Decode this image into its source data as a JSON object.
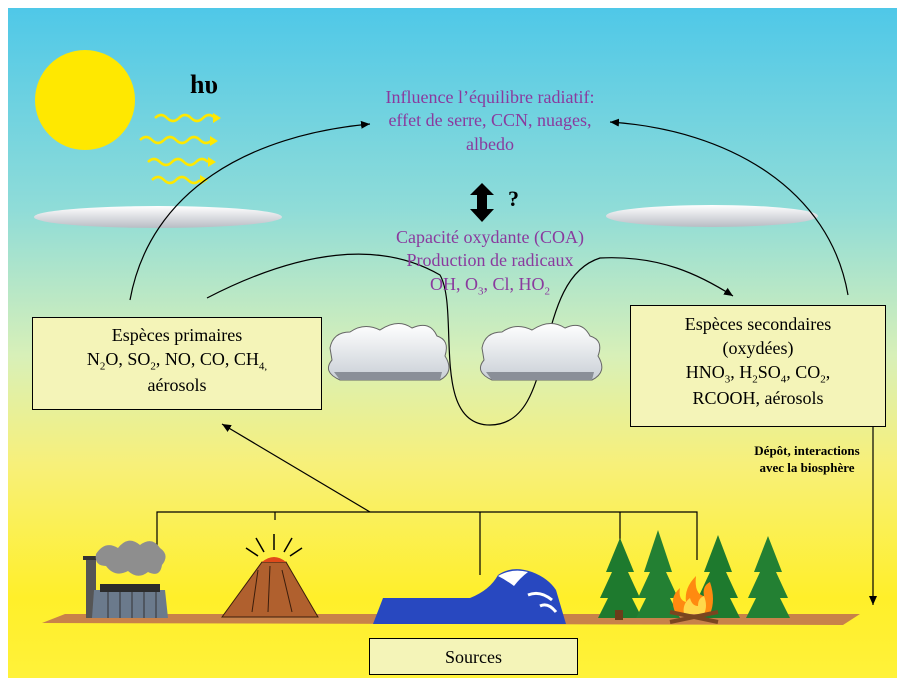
{
  "hv_symbol": "hυ",
  "question_mark": "?",
  "radiative": {
    "line1": "Influence l’équilibre radiatif:",
    "line2": "effet de serre, CCN, nuages,",
    "line3": "albedo"
  },
  "oxidizing": {
    "line1": "Capacité oxydante (COA)",
    "line2": "Production de radicaux"
  },
  "primary": {
    "title": "Espèces primaires",
    "line3": "aérosols"
  },
  "secondary": {
    "title": "Espèces secondaires",
    "line2": "(oxydées)",
    "line4": "RCOOH, aérosols"
  },
  "deposition": {
    "line1": "Dépôt, interactions",
    "line2": "avec la biosphère"
  },
  "sources_label": "Sources",
  "colors": {
    "label_purple": "#8a3a9e",
    "box_fill": "#f4f4b8",
    "sun": "#ffe800",
    "ground": "#c8824a",
    "trees": "#1e7a2e",
    "ocean": "#2848c0"
  }
}
